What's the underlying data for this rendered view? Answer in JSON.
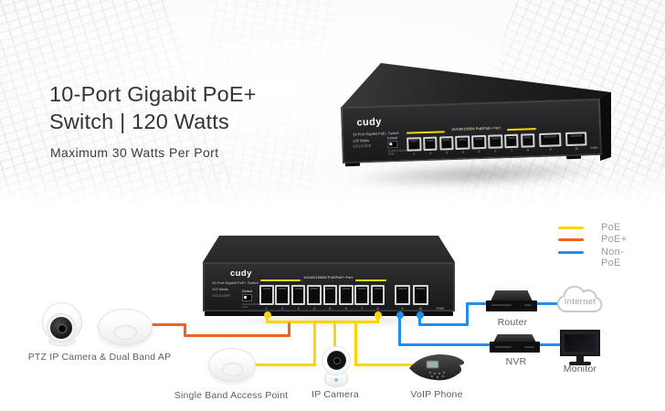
{
  "hero": {
    "title_line1": "10-Port Gigabit PoE+",
    "title_line2": "Switch | 120 Watts",
    "subtitle": "Maximum 30 Watts Per Port"
  },
  "product": {
    "brand": "cudy",
    "spec_line1": "10-Port Gigabit PoE+ Switch",
    "spec_line2": "120 Watts",
    "spec_line3": "GS1010PE",
    "dip_label": "Default",
    "dip_note1": "VLAN (1-8)",
    "dip_note2": "Extend (2-8)",
    "ports_label": "10/100/1000M PoE/PoE+ Port",
    "poe_ports": [
      "1",
      "2",
      "3",
      "4",
      "5",
      "6",
      "7",
      "8"
    ],
    "uplink_ports": [
      "9",
      "10"
    ],
    "pwr_label": "PWR"
  },
  "legend": {
    "items": [
      {
        "label": "PoE",
        "color": "#FFD400"
      },
      {
        "label": "PoE+",
        "color": "#F4611F"
      },
      {
        "label": "Non-PoE",
        "color": "#1E8FEA"
      }
    ]
  },
  "diagram": {
    "labels": {
      "ptz_ap": "PTZ IP Camera & Dual Band AP",
      "single_ap": "Single Band Access Point",
      "ip_camera": "IP Camera",
      "voip": "VoIP Phone",
      "router": "Router",
      "internet": "Internet",
      "nvr": "NVR",
      "monitor": "Monitor"
    }
  }
}
